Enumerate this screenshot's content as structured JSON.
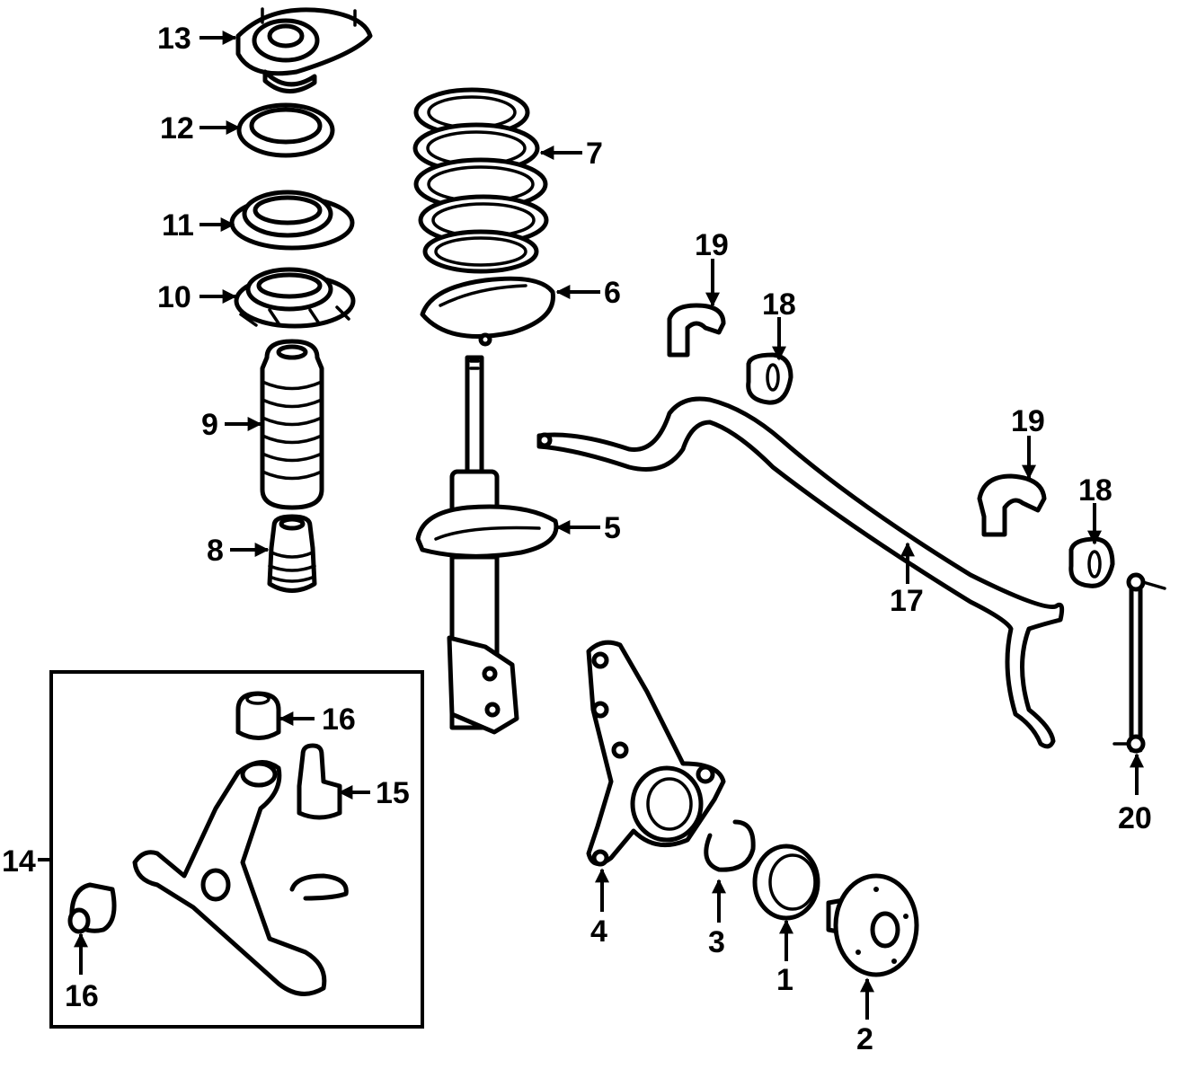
{
  "diagram": {
    "callouts": {
      "c1": "1",
      "c2": "2",
      "c3": "3",
      "c4": "4",
      "c5": "5",
      "c6": "6",
      "c7": "7",
      "c8": "8",
      "c9": "9",
      "c10": "10",
      "c11": "11",
      "c12": "12",
      "c13": "13",
      "c14": "14",
      "c15": "15",
      "c16a": "16",
      "c16b": "16",
      "c17": "17",
      "c18a": "18",
      "c18b": "18",
      "c19a": "19",
      "c19b": "19",
      "c20": "20"
    }
  }
}
